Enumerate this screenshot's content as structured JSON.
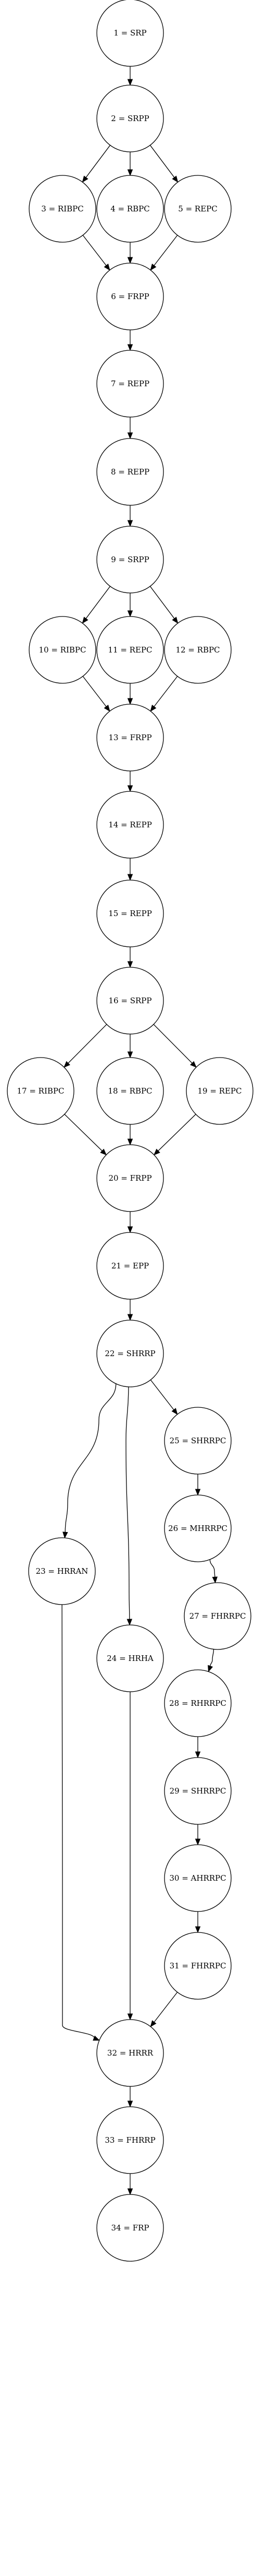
{
  "diagram": {
    "style": {
      "stroke_color": "#000000",
      "node_fill": "#ffffff",
      "background": "#ffffff"
    },
    "nodes": [
      {
        "id": "1",
        "label": "1 = SRP"
      },
      {
        "id": "2",
        "label": "2 = SRPP"
      },
      {
        "id": "3",
        "label": "3 = RIBPC"
      },
      {
        "id": "4",
        "label": "4 = RBPC"
      },
      {
        "id": "5",
        "label": "5 = REPC"
      },
      {
        "id": "6",
        "label": "6 = FRPP"
      },
      {
        "id": "7",
        "label": "7 = REPP"
      },
      {
        "id": "8",
        "label": "8 = REPP"
      },
      {
        "id": "9",
        "label": "9 = SRPP"
      },
      {
        "id": "10",
        "label": "10 = RIBPC"
      },
      {
        "id": "11",
        "label": "11 = REPC"
      },
      {
        "id": "12",
        "label": "12 = RBPC"
      },
      {
        "id": "13",
        "label": "13 = FRPP"
      },
      {
        "id": "14",
        "label": "14 = REPP"
      },
      {
        "id": "15",
        "label": "15 = REPP"
      },
      {
        "id": "16",
        "label": "16 = SRPP"
      },
      {
        "id": "17",
        "label": "17 = RIBPC"
      },
      {
        "id": "18",
        "label": "18 = RBPC"
      },
      {
        "id": "19",
        "label": "19 = REPC"
      },
      {
        "id": "20",
        "label": "20 = FRPP"
      },
      {
        "id": "21",
        "label": "21 = EPP"
      },
      {
        "id": "22",
        "label": "22 = SHRRP"
      },
      {
        "id": "23",
        "label": "23 = HRRAN"
      },
      {
        "id": "24",
        "label": "24 = HRHA"
      },
      {
        "id": "25",
        "label": "25 = SHRRPC"
      },
      {
        "id": "26",
        "label": "26 = MHRRPC"
      },
      {
        "id": "27",
        "label": "27 = FHRRPC"
      },
      {
        "id": "28",
        "label": "28 = RHRRPC"
      },
      {
        "id": "29",
        "label": "29 = SHRRPC"
      },
      {
        "id": "30",
        "label": "30 = AHRRPC"
      },
      {
        "id": "31",
        "label": "31 = FHRRPC"
      },
      {
        "id": "32",
        "label": "32 = HRRR"
      },
      {
        "id": "33",
        "label": "33 = FHRRP"
      },
      {
        "id": "34",
        "label": "34 = FRP"
      }
    ],
    "edges": [
      [
        "1",
        "2"
      ],
      [
        "2",
        "3"
      ],
      [
        "2",
        "4"
      ],
      [
        "2",
        "5"
      ],
      [
        "3",
        "6"
      ],
      [
        "4",
        "6"
      ],
      [
        "5",
        "6"
      ],
      [
        "6",
        "7"
      ],
      [
        "7",
        "8"
      ],
      [
        "8",
        "9"
      ],
      [
        "9",
        "10"
      ],
      [
        "9",
        "11"
      ],
      [
        "9",
        "12"
      ],
      [
        "10",
        "13"
      ],
      [
        "11",
        "13"
      ],
      [
        "12",
        "13"
      ],
      [
        "13",
        "14"
      ],
      [
        "14",
        "15"
      ],
      [
        "15",
        "16"
      ],
      [
        "16",
        "17"
      ],
      [
        "16",
        "18"
      ],
      [
        "16",
        "19"
      ],
      [
        "17",
        "20"
      ],
      [
        "18",
        "20"
      ],
      [
        "19",
        "20"
      ],
      [
        "20",
        "21"
      ],
      [
        "21",
        "22"
      ],
      [
        "22",
        "23"
      ],
      [
        "22",
        "24"
      ],
      [
        "22",
        "25"
      ],
      [
        "25",
        "26"
      ],
      [
        "26",
        "27"
      ],
      [
        "27",
        "28"
      ],
      [
        "28",
        "29"
      ],
      [
        "29",
        "30"
      ],
      [
        "30",
        "31"
      ],
      [
        "23",
        "32"
      ],
      [
        "24",
        "32"
      ],
      [
        "31",
        "32"
      ],
      [
        "32",
        "33"
      ],
      [
        "33",
        "34"
      ]
    ]
  }
}
